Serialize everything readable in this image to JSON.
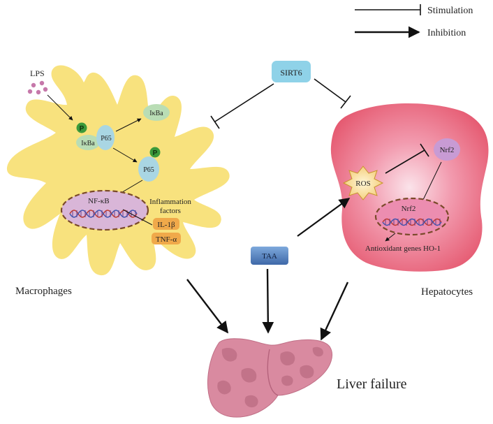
{
  "legend": {
    "stimulation_label": "Stimulation",
    "inhibition_label": "Inhibition"
  },
  "macrophage": {
    "title": "Macrophages",
    "lps": "LPS",
    "phospho": "P",
    "ikba_bound": "IκBa",
    "ikba_free": "IκBa",
    "p65_bound": "P65",
    "p65_active": "P65",
    "nfkb": "NF-κB",
    "inflammation_line1": "Inflammation",
    "inflammation_line2": "factors",
    "il1b": "IL-1β",
    "tnfa": "TNF-α"
  },
  "hepatocyte": {
    "title": "Hepatocytes",
    "ros": "ROS",
    "nrf2_cyto": "Nrf2",
    "nrf2_nucleus": "Nrf2",
    "antioxidant": "Antioxidant genes HO-1"
  },
  "sirt6": "SIRT6",
  "taa": "TAA",
  "liver_failure": "Liver failure",
  "colors": {
    "macrophage": "#f8e27e",
    "hepatocyte": "#e55e77",
    "nucleus_macro": "#d9b6d8",
    "nucleus_hep": "#ec8db0",
    "sirt6_box": "#8fd2e8",
    "taa_box": "#4f7dbf",
    "phospho": "#3b9a3b",
    "ikba": "#b9ddb5",
    "p65": "#a9d6e3",
    "lps": "#c678aa",
    "factor_box": "#f0a94a",
    "ros": "#f4d988",
    "liver": "#d67b93"
  }
}
